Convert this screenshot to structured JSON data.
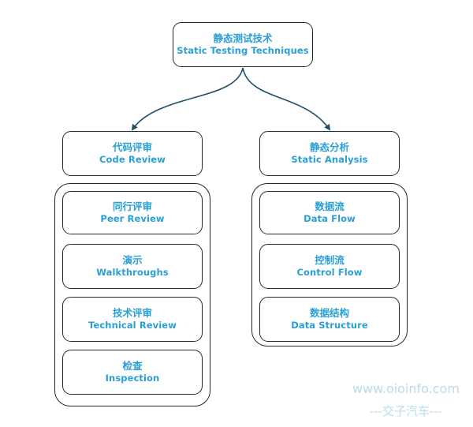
{
  "root": {
    "zh": "静态测试技术",
    "en": "Static Testing Techniques"
  },
  "branches": [
    {
      "zh": "代码评审",
      "en": "Code Review",
      "children": [
        {
          "zh": "同行评审",
          "en": "Peer Review"
        },
        {
          "zh": "演示",
          "en": "Walkthroughs"
        },
        {
          "zh": "技术评审",
          "en": "Technical Review"
        },
        {
          "zh": "检查",
          "en": "Inspection"
        }
      ]
    },
    {
      "zh": "静态分析",
      "en": "Static Analysis",
      "children": [
        {
          "zh": "数据流",
          "en": "Data Flow"
        },
        {
          "zh": "控制流",
          "en": "Control Flow"
        },
        {
          "zh": "数据结构",
          "en": "Data Structure"
        }
      ]
    }
  ],
  "watermark": {
    "url": "www.oioinfo.com",
    "name": "---交子汽车---"
  },
  "colors": {
    "text": "#2a9fd6",
    "border": "#1f2a33",
    "arrow": "#1f4e66",
    "watermark": "#b9dcee"
  }
}
